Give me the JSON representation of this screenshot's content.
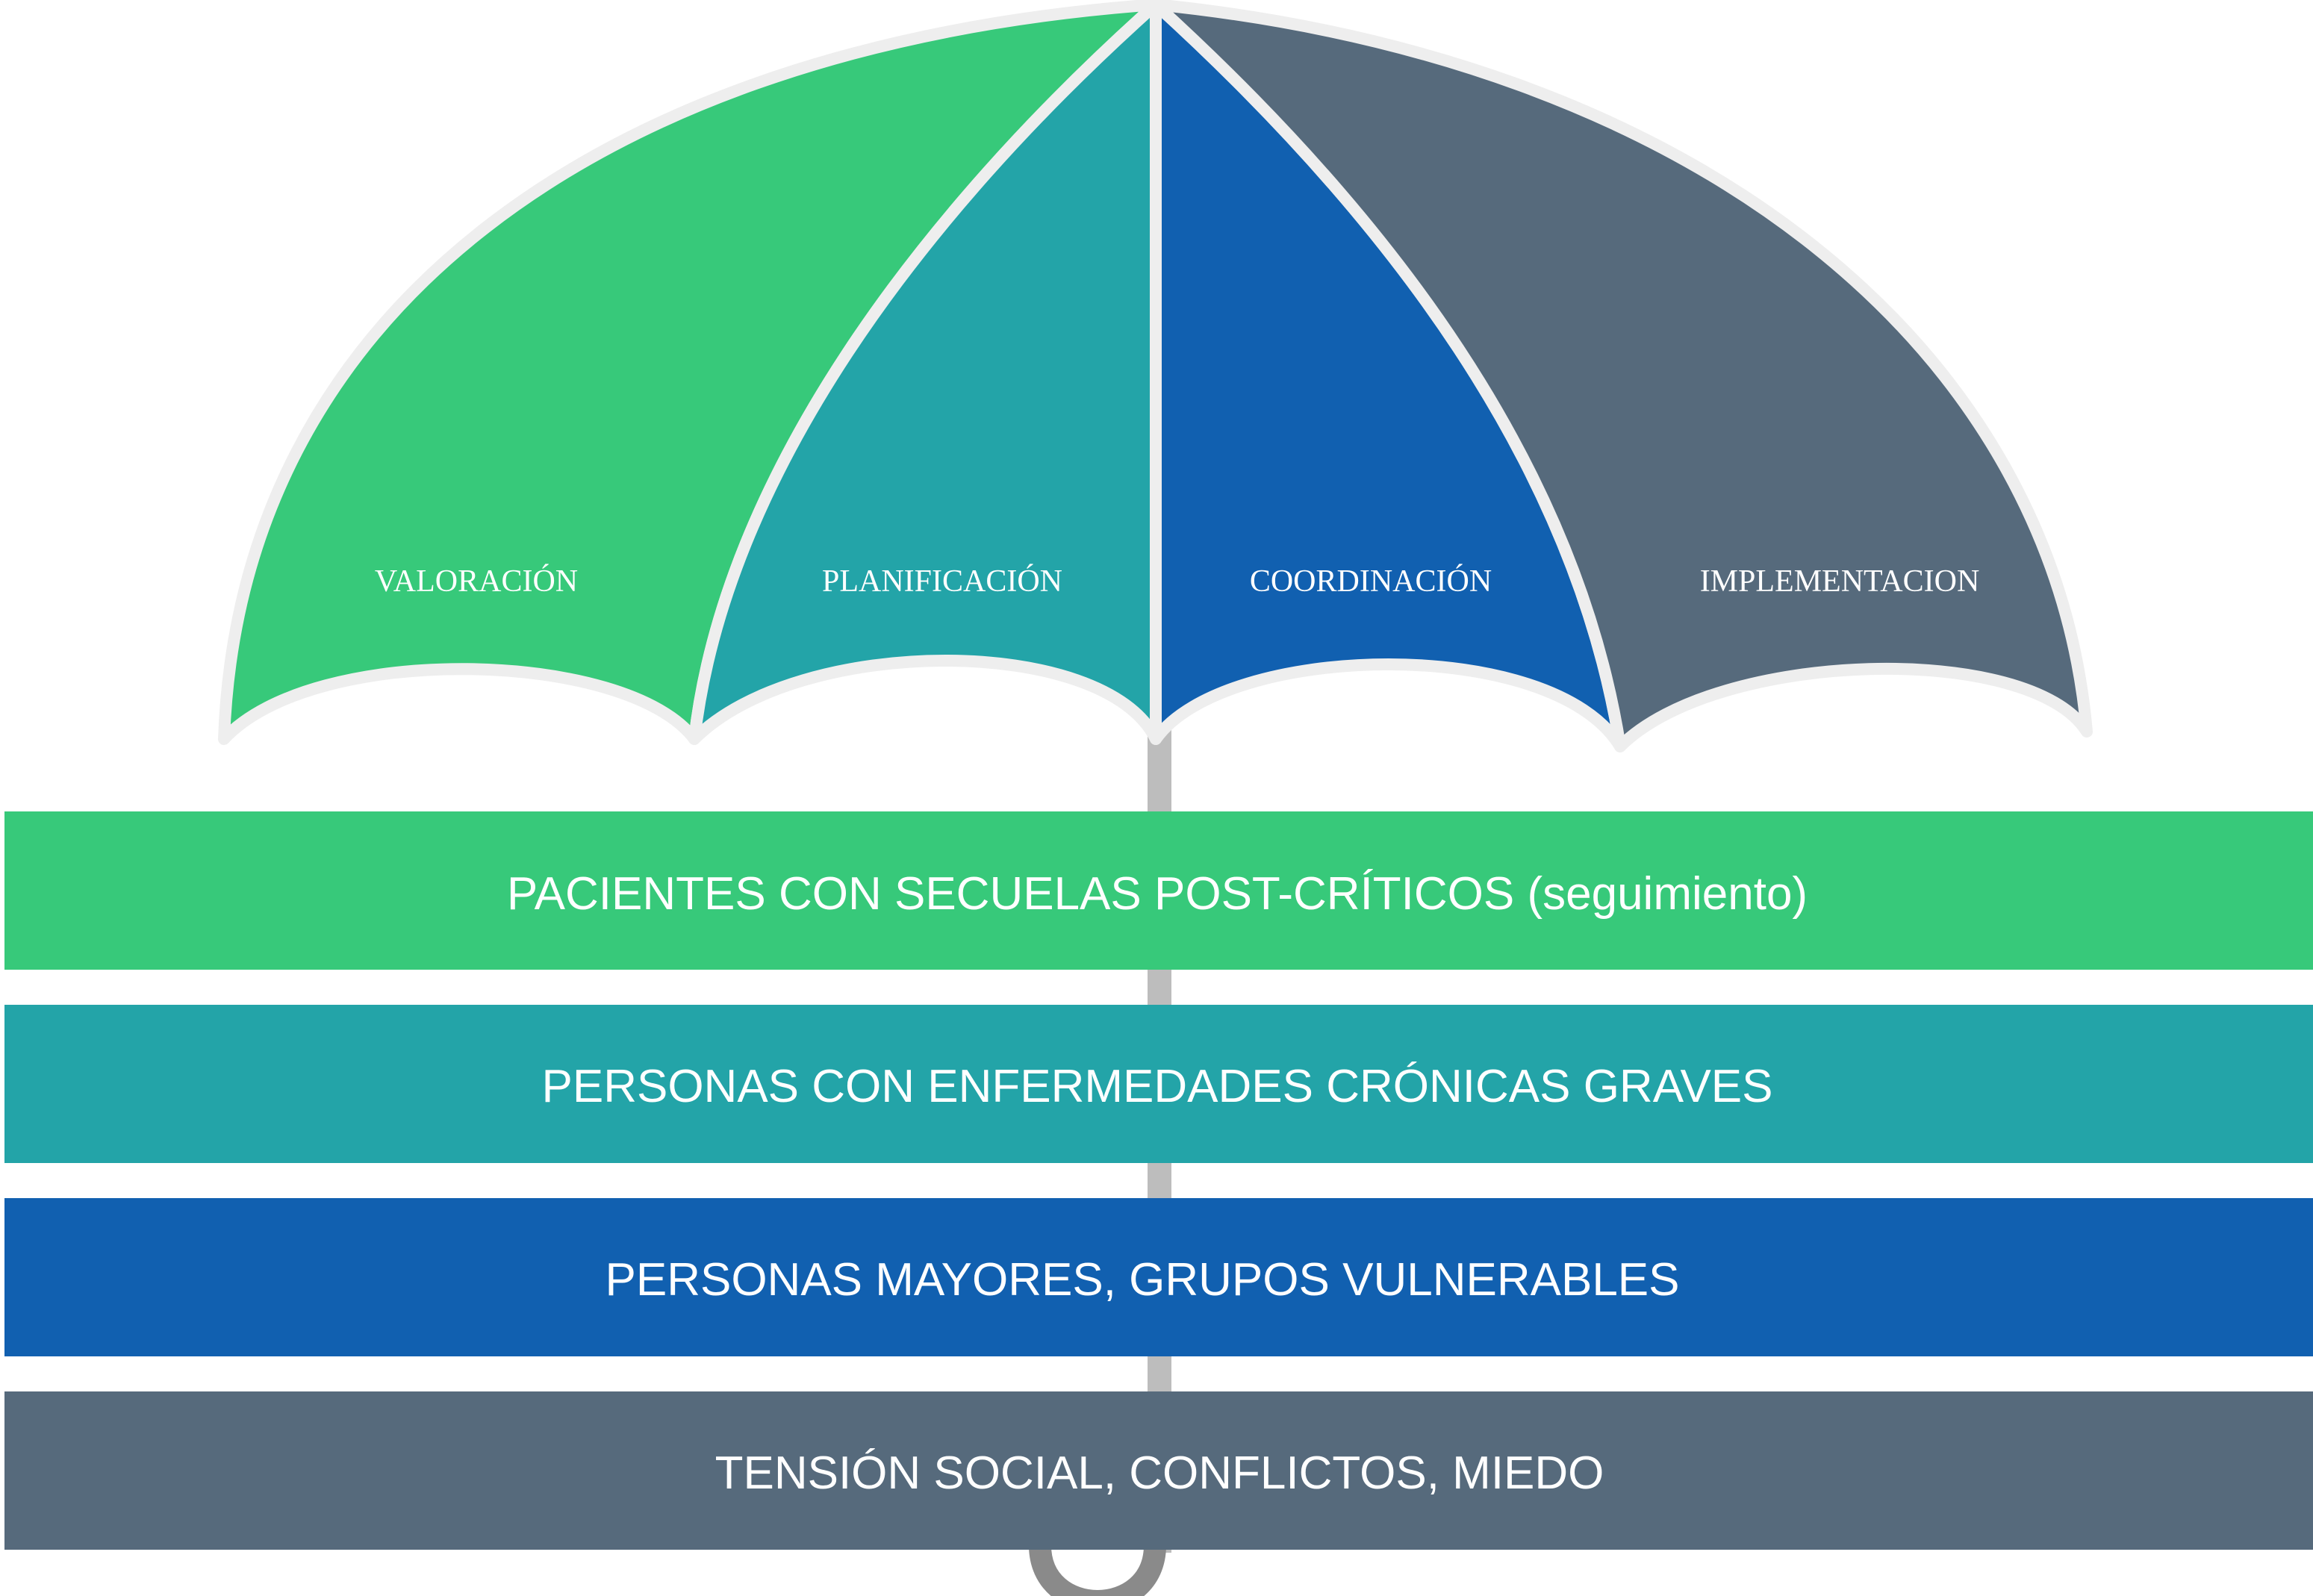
{
  "canopy": {
    "panels": [
      {
        "label": "VALORACIÓN",
        "color": "#37c97a"
      },
      {
        "label": "PLANIFICACIÓN",
        "color": "#23a4a8"
      },
      {
        "label": "COORDINACIÓN",
        "color": "#1160b0"
      },
      {
        "label": "IMPLEMENTACION",
        "color": "#566a7c"
      }
    ],
    "rib_color": "#eeeeee"
  },
  "bars": [
    {
      "label": "PACIENTES CON SECUELAS POST-CRÍTICOS (seguimiento)",
      "color": "#37c97a"
    },
    {
      "label": "PERSONAS CON ENFERMEDADES CRÓNICAS GRAVES",
      "color": "#23a4a8"
    },
    {
      "label": "PERSONAS MAYORES, GRUPOS VULNERABLES",
      "color": "#1160b0"
    },
    {
      "label": "TENSIÓN SOCIAL, CONFLICTOS, MIEDO",
      "color": "#566a7c"
    }
  ],
  "handle": {
    "shaft_color": "#bdbdbd",
    "hook_color": "#8a8a8a"
  }
}
